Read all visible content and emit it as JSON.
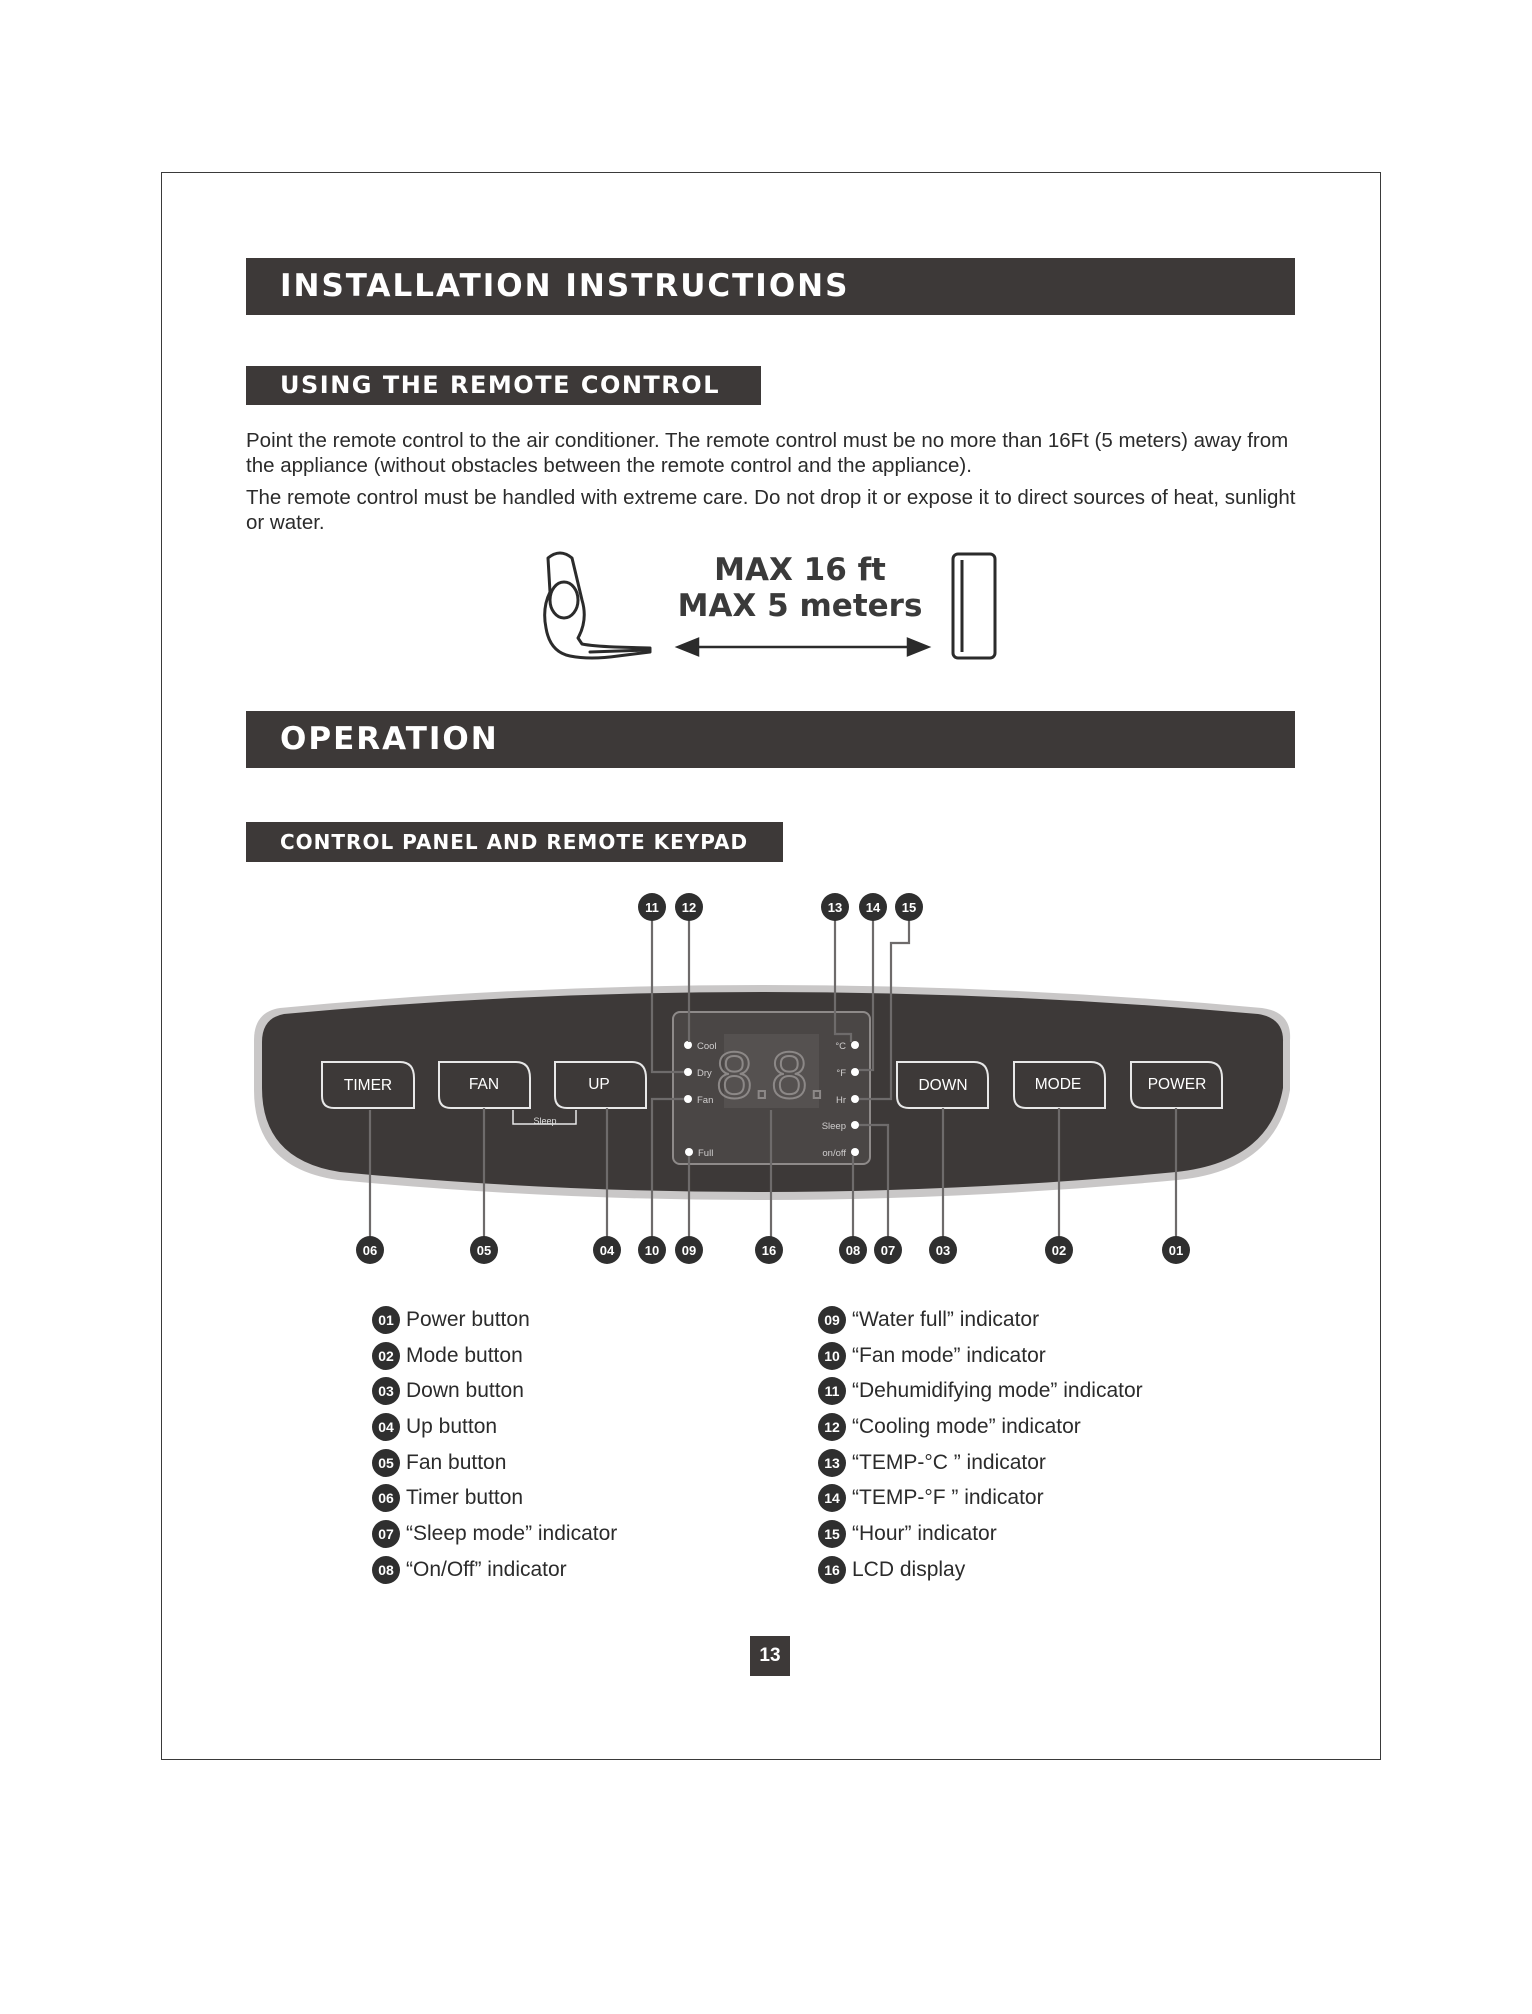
{
  "sections": {
    "installation_title": "INSTALLATION INSTRUCTIONS",
    "remote_title": "USING THE REMOTE CONTROL",
    "operation_title": "OPERATION",
    "panel_title": "CONTROL PANEL AND REMOTE KEYPAD"
  },
  "remote": {
    "paragraph1": "Point the remote control to the air conditioner. The remote control must be no more than 16Ft (5 meters) away from the appliance (without obstacles between the remote control and the appliance).",
    "paragraph2": "The remote control must be handled with extreme care. Do not drop it or expose it to direct sources of heat, sunlight or water.",
    "max_ft": "MAX 16 ft",
    "max_meters": "MAX 5 meters"
  },
  "panel": {
    "buttons": {
      "timer": "TIMER",
      "fan": "FAN",
      "up": "UP",
      "down": "DOWN",
      "mode": "MODE",
      "power": "POWER"
    },
    "sleep_label": "Sleep",
    "display_indicators": {
      "cool": "Cool",
      "dry": "Dry",
      "fan": "Fan",
      "full": "Full",
      "celsius": "°C",
      "fahrenheit": "°F",
      "hr": "Hr",
      "sleep": "Sleep",
      "onoff": "on/off"
    },
    "display_digits": "8.8.",
    "callouts_top": [
      "11",
      "12",
      "13",
      "14",
      "15"
    ],
    "callouts_bottom": [
      "06",
      "05",
      "04",
      "10",
      "09",
      "16",
      "08",
      "07",
      "03",
      "02",
      "01"
    ]
  },
  "legend_left": [
    {
      "num": "01",
      "text": "Power button"
    },
    {
      "num": "02",
      "text": "Mode button"
    },
    {
      "num": "03",
      "text": "Down button"
    },
    {
      "num": "04",
      "text": "Up button"
    },
    {
      "num": "05",
      "text": "Fan button"
    },
    {
      "num": "06",
      "text": "Timer button"
    },
    {
      "num": "07",
      "text": "“Sleep mode” indicator"
    },
    {
      "num": "08",
      "text": "“On/Off” indicator"
    }
  ],
  "legend_right": [
    {
      "num": "09",
      "text": "“Water full” indicator"
    },
    {
      "num": "10",
      "text": "“Fan mode” indicator"
    },
    {
      "num": "11",
      "text": "“Dehumidifying mode” indicator"
    },
    {
      "num": "12",
      "text": "“Cooling mode” indicator"
    },
    {
      "num": "13",
      "text": "“TEMP-°C ” indicator"
    },
    {
      "num": "14",
      "text": "“TEMP-°F ” indicator"
    },
    {
      "num": "15",
      "text": "“Hour” indicator"
    },
    {
      "num": "16",
      "text": "LCD display"
    }
  ],
  "page_number": "13"
}
